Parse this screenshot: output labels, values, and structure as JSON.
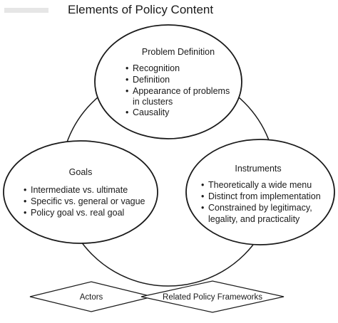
{
  "title": "Elements of Policy Content",
  "problem_definition": {
    "heading": "Problem Definition",
    "bullet": "•",
    "items": [
      "Recognition",
      "Definition",
      "Appearance of problems",
      "Causality"
    ],
    "item_continuation": "in clusters"
  },
  "goals": {
    "heading": "Goals",
    "bullet": "•",
    "items": [
      "Intermediate vs. ultimate",
      "Specific vs. general or vague",
      "Policy goal vs. real goal"
    ]
  },
  "instruments": {
    "heading": "Instruments",
    "bullet": "•",
    "items": [
      "Theoretically a wide menu",
      "Distinct from implementation",
      "Constrained by legitimacy,"
    ],
    "item_continuation": "legality, and practicality"
  },
  "footer": {
    "actors": "Actors",
    "frameworks": "Related Policy Frameworks"
  }
}
